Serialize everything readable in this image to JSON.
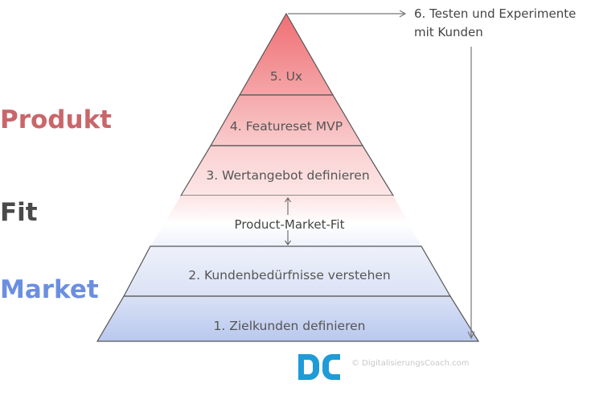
{
  "side_labels": {
    "produkt": "Produkt",
    "fit": "Fit",
    "market": "Market"
  },
  "levels": {
    "l5": "5. Ux",
    "l4": "4. Featureset MVP",
    "l3": "3. Wertangebot definieren",
    "pmf": "Product-Market-Fit",
    "l2": "2. Kundenbedürfnisse verstehen",
    "l1": "1. Zielkunden definieren"
  },
  "loop_note": {
    "line1": "6. Testen und Experimente",
    "line2": "mit Kunden"
  },
  "logo": {
    "mark": "DC",
    "credit": "© DigitalisierungsCoach.com"
  },
  "colors": {
    "produkt": "#c9666a",
    "fit": "#4a4a4a",
    "market": "#6b8fe0",
    "logo": "#1f9bd7"
  }
}
